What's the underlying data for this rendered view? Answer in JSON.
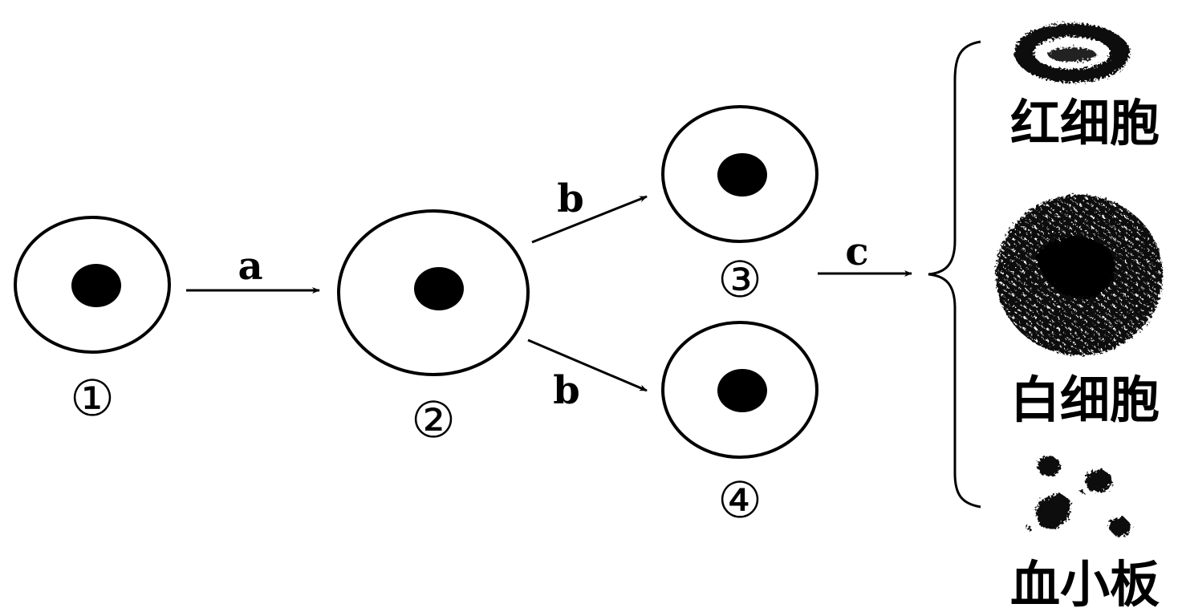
{
  "cells": [
    {
      "id": "1",
      "label": "①"
    },
    {
      "id": "2",
      "label": "②"
    },
    {
      "id": "3",
      "label": "③"
    },
    {
      "id": "4",
      "label": "④"
    }
  ],
  "steps": {
    "a": "a",
    "b_upper": "b",
    "b_lower": "b",
    "c": "c"
  },
  "products": [
    {
      "name": "红细胞"
    },
    {
      "name": "白细胞"
    },
    {
      "name": "血小板"
    }
  ]
}
